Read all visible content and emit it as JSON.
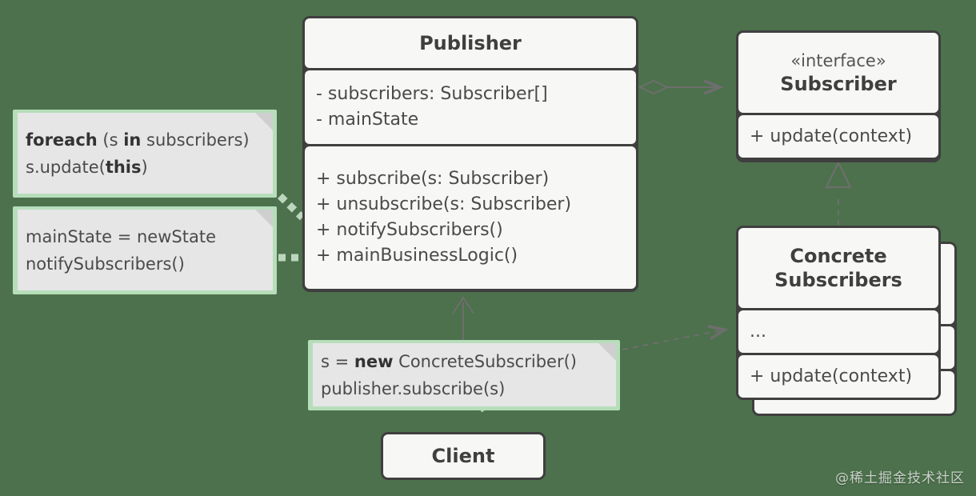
{
  "diagram": {
    "title": "Observer pattern UML class diagram",
    "background_color": "#4c714c",
    "box_fill": "#f7f7f5",
    "box_border": "#3f3f3f",
    "note_frame": "#b7debb",
    "note_fill": "#e6e6e6",
    "connector_color": "#6e6e6e"
  },
  "publisher": {
    "title": "Publisher",
    "fields": [
      "- subscribers: Subscriber[]",
      "- mainState"
    ],
    "methods": [
      "+ subscribe(s: Subscriber)",
      "+ unsubscribe(s: Subscriber)",
      "+ notifySubscribers()",
      "+ mainBusinessLogic()"
    ]
  },
  "subscriber": {
    "stereotype": "«interface»",
    "title": "Subscriber",
    "methods": [
      "+ update(context)"
    ]
  },
  "concrete_subscribers": {
    "title_line1": "Concrete",
    "title_line2": "Subscribers",
    "fields": [
      "..."
    ],
    "methods": [
      "+ update(context)"
    ]
  },
  "client": {
    "title": "Client"
  },
  "notes": {
    "notify": {
      "line1_bold_a": "foreach",
      "line1_rest_a": " (s ",
      "line1_bold_b": "in",
      "line1_rest_b": " subscribers)",
      "line2_rest_a": " s.update(",
      "line2_bold_a": "this",
      "line2_rest_b": ")"
    },
    "main_state": {
      "line1": "mainState = newState",
      "line2": "notifySubscribers()"
    },
    "client_note": {
      "line1_rest_a": "s = ",
      "line1_bold_a": "new",
      "line1_rest_b": " ConcreteSubscriber()",
      "line2": "publisher.subscribe(s)"
    }
  },
  "watermark": {
    "text": "@稀土掘金技术社区"
  }
}
